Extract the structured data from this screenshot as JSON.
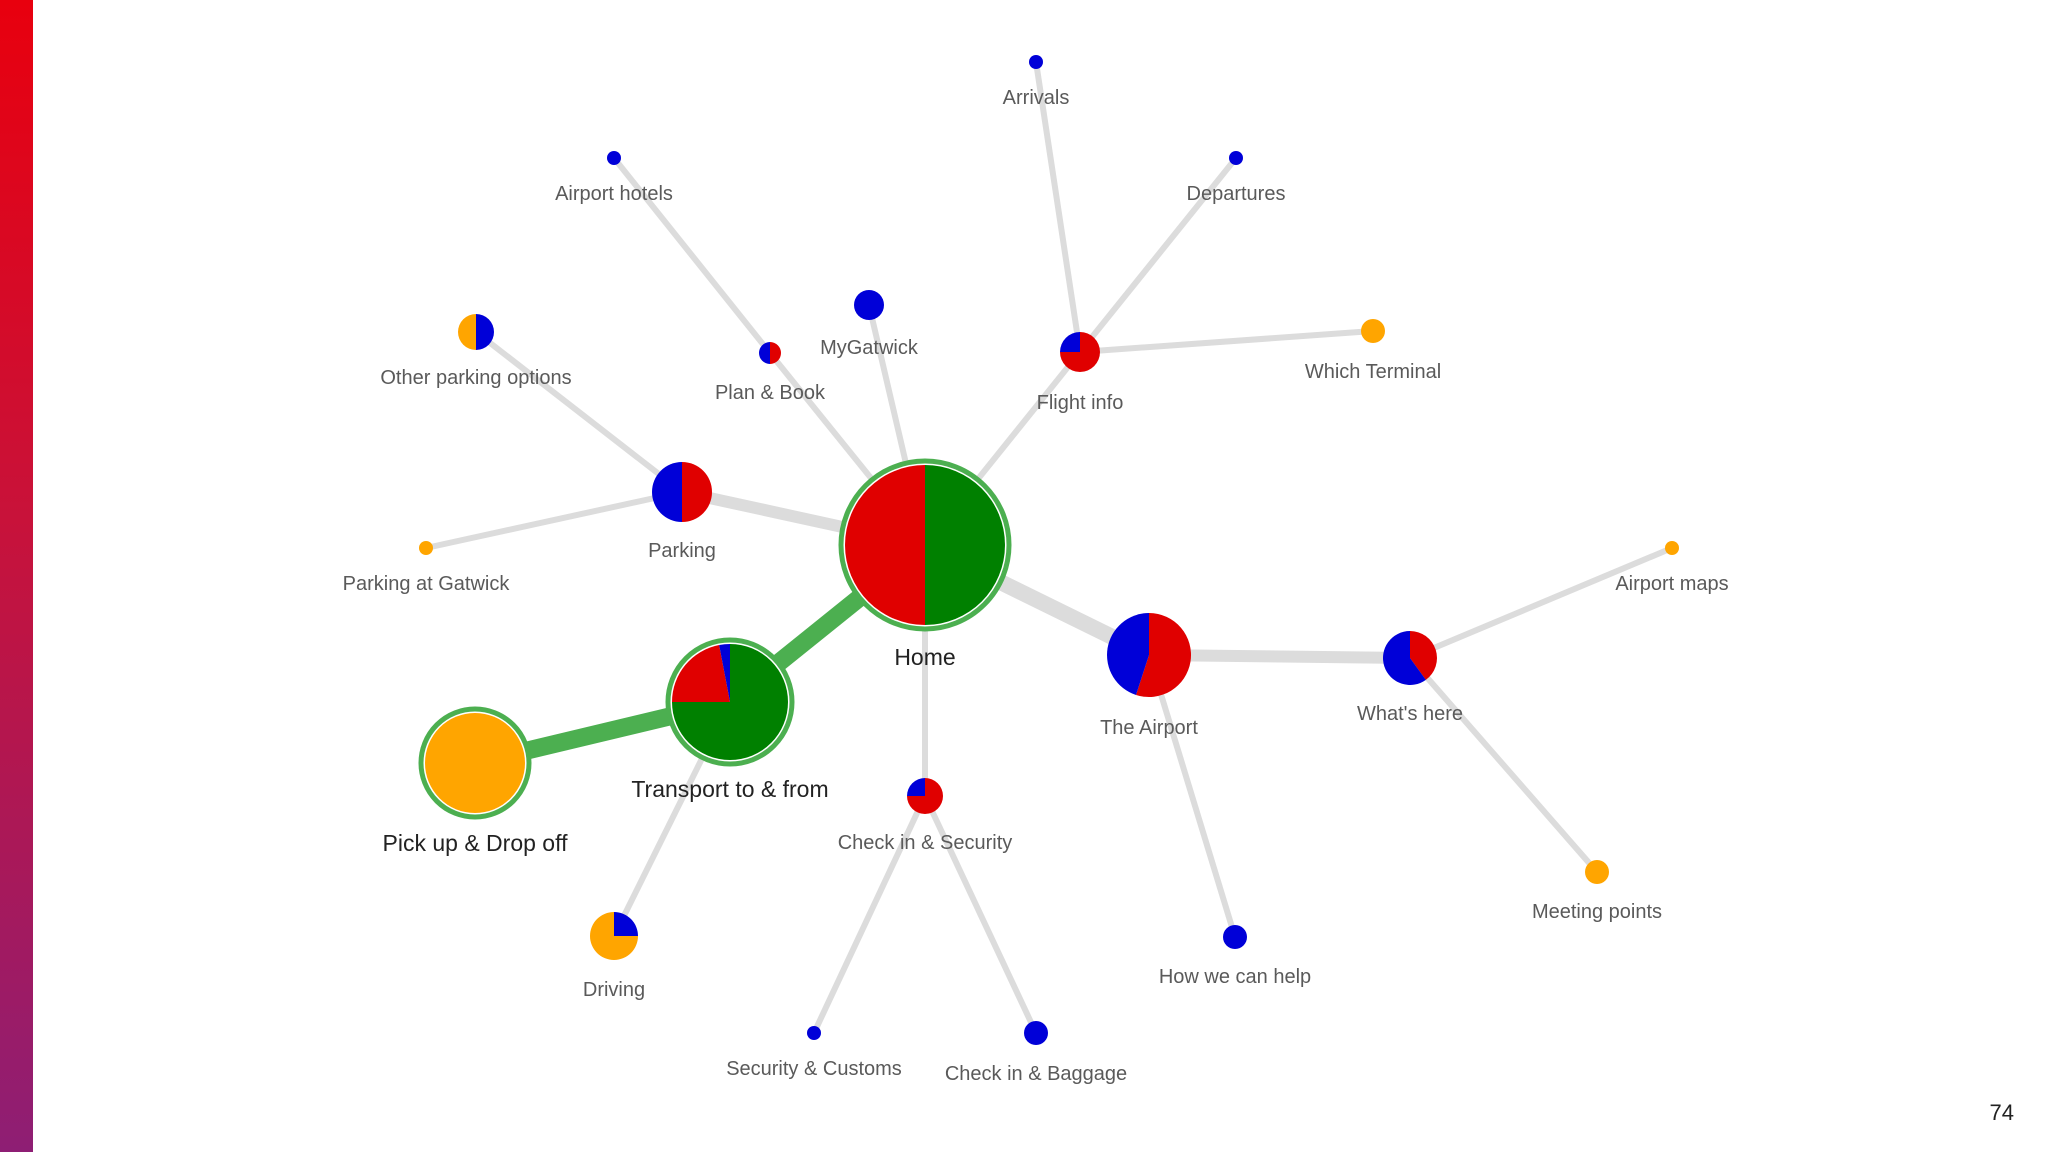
{
  "colors": {
    "blue": "#0000d8",
    "red": "#e00000",
    "green": "#008000",
    "orange": "#ffa500",
    "edge": "#dcdcdc",
    "path": "#4caf50",
    "sidebar_top": "#e8000e",
    "sidebar_bottom": "#8e1e74"
  },
  "page_number": "74",
  "nodes": [
    {
      "id": "home",
      "label": "Home",
      "highlighted": true,
      "slices": [
        {
          "color": "green",
          "share": 0.5
        },
        {
          "color": "red",
          "share": 0.5
        }
      ]
    },
    {
      "id": "transport",
      "label": "Transport to & from",
      "highlighted": true,
      "slices": [
        {
          "color": "green",
          "share": 0.75
        },
        {
          "color": "red",
          "share": 0.22
        },
        {
          "color": "blue",
          "share": 0.03
        }
      ]
    },
    {
      "id": "pickup",
      "label": "Pick up & Drop off",
      "highlighted": true,
      "slices": [
        {
          "color": "orange",
          "share": 1
        }
      ]
    },
    {
      "id": "driving",
      "label": "Driving",
      "slices": [
        {
          "color": "blue",
          "share": 0.25
        },
        {
          "color": "orange",
          "share": 0.75
        }
      ]
    },
    {
      "id": "parking",
      "label": "Parking",
      "slices": [
        {
          "color": "red",
          "share": 0.5
        },
        {
          "color": "blue",
          "share": 0.5
        }
      ]
    },
    {
      "id": "other_parking",
      "label": "Other parking options",
      "slices": [
        {
          "color": "blue",
          "share": 0.5
        },
        {
          "color": "orange",
          "share": 0.5
        }
      ]
    },
    {
      "id": "parking_gatwick",
      "label": "Parking at Gatwick",
      "slices": [
        {
          "color": "orange",
          "share": 1
        }
      ]
    },
    {
      "id": "plan_book",
      "label": "Plan & Book",
      "slices": [
        {
          "color": "red",
          "share": 0.5
        },
        {
          "color": "blue",
          "share": 0.5
        }
      ]
    },
    {
      "id": "airport_hotels",
      "label": "Airport hotels",
      "slices": [
        {
          "color": "blue",
          "share": 1
        }
      ]
    },
    {
      "id": "mygatwick",
      "label": "MyGatwick",
      "slices": [
        {
          "color": "blue",
          "share": 1
        }
      ]
    },
    {
      "id": "flight_info",
      "label": "Flight info",
      "slices": [
        {
          "color": "red",
          "share": 0.75
        },
        {
          "color": "blue",
          "share": 0.25
        }
      ]
    },
    {
      "id": "arrivals",
      "label": "Arrivals",
      "slices": [
        {
          "color": "blue",
          "share": 1
        }
      ]
    },
    {
      "id": "departures",
      "label": "Departures",
      "slices": [
        {
          "color": "blue",
          "share": 1
        }
      ]
    },
    {
      "id": "which_terminal",
      "label": "Which Terminal",
      "slices": [
        {
          "color": "orange",
          "share": 1
        }
      ]
    },
    {
      "id": "the_airport",
      "label": "The Airport",
      "slices": [
        {
          "color": "red",
          "share": 0.55
        },
        {
          "color": "blue",
          "share": 0.45
        }
      ]
    },
    {
      "id": "whats_here",
      "label": "What's here",
      "slices": [
        {
          "color": "red",
          "share": 0.4
        },
        {
          "color": "blue",
          "share": 0.6
        }
      ]
    },
    {
      "id": "airport_maps",
      "label": "Airport maps",
      "slices": [
        {
          "color": "orange",
          "share": 1
        }
      ]
    },
    {
      "id": "meeting_points",
      "label": "Meeting points",
      "slices": [
        {
          "color": "orange",
          "share": 1
        }
      ]
    },
    {
      "id": "how_help",
      "label": "How we can help",
      "slices": [
        {
          "color": "blue",
          "share": 1
        }
      ]
    },
    {
      "id": "checkin_security",
      "label": "Check in & Security",
      "slices": [
        {
          "color": "red",
          "share": 0.75
        },
        {
          "color": "blue",
          "share": 0.25
        }
      ]
    },
    {
      "id": "security_customs",
      "label": "Security & Customs",
      "slices": [
        {
          "color": "blue",
          "share": 1
        }
      ]
    },
    {
      "id": "checkin_baggage",
      "label": "Check in & Baggage",
      "slices": [
        {
          "color": "blue",
          "share": 1
        }
      ]
    }
  ],
  "edges": [
    {
      "from": "home",
      "to": "transport",
      "highlighted": true
    },
    {
      "from": "transport",
      "to": "pickup",
      "highlighted": true
    },
    {
      "from": "transport",
      "to": "driving"
    },
    {
      "from": "home",
      "to": "parking"
    },
    {
      "from": "parking",
      "to": "other_parking"
    },
    {
      "from": "parking",
      "to": "parking_gatwick"
    },
    {
      "from": "home",
      "to": "plan_book"
    },
    {
      "from": "plan_book",
      "to": "airport_hotels"
    },
    {
      "from": "home",
      "to": "mygatwick"
    },
    {
      "from": "home",
      "to": "flight_info"
    },
    {
      "from": "flight_info",
      "to": "arrivals"
    },
    {
      "from": "flight_info",
      "to": "departures"
    },
    {
      "from": "flight_info",
      "to": "which_terminal"
    },
    {
      "from": "home",
      "to": "the_airport"
    },
    {
      "from": "the_airport",
      "to": "whats_here"
    },
    {
      "from": "whats_here",
      "to": "airport_maps"
    },
    {
      "from": "whats_here",
      "to": "meeting_points"
    },
    {
      "from": "the_airport",
      "to": "how_help"
    },
    {
      "from": "home",
      "to": "checkin_security"
    },
    {
      "from": "checkin_security",
      "to": "security_customs"
    },
    {
      "from": "checkin_security",
      "to": "checkin_baggage"
    }
  ]
}
